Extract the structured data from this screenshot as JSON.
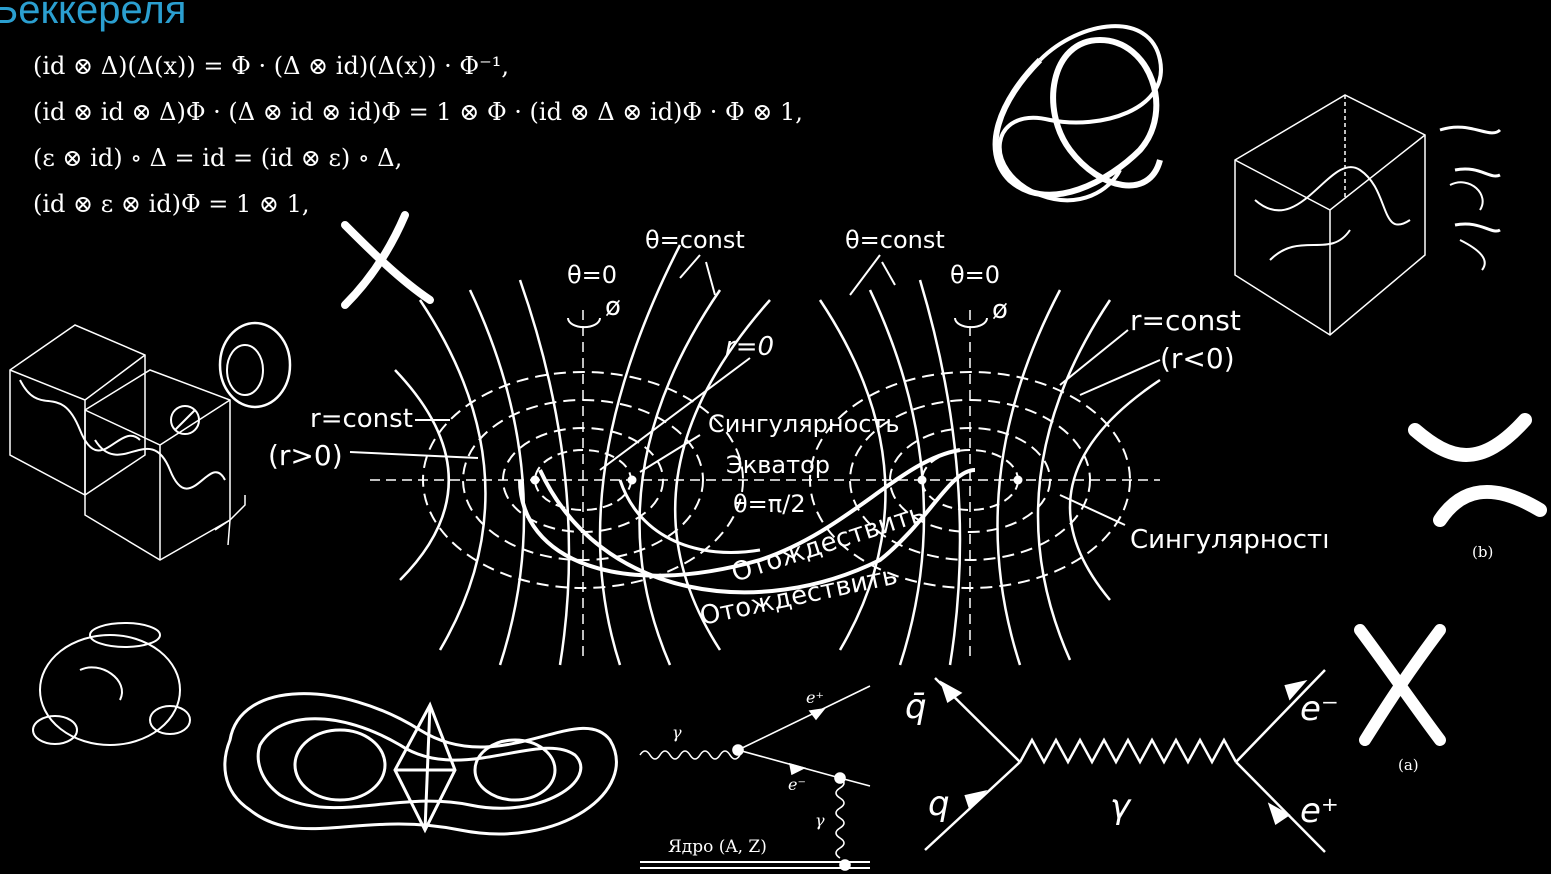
{
  "header": {
    "title": "Беккереля"
  },
  "formulas": [
    "(id ⊗ Δ)(Δ(x)) = Φ · (Δ ⊗ id)(Δ(x)) · Φ⁻¹,",
    "(id ⊗ id ⊗ Δ)Φ · (Δ ⊗ id ⊗ id)Φ = 1 ⊗ Φ · (id ⊗ Δ ⊗ id)Φ · Φ ⊗ 1,",
    "(ε ⊗ id) ∘ Δ = id = (id ⊗ ε) ∘ Δ,",
    "(id ⊗ ε ⊗ id)Φ = 1 ⊗ 1,"
  ],
  "diagram": {
    "theta_const_left": "θ=const",
    "theta_const_right": "θ=const",
    "theta_zero_left": "θ=0",
    "theta_zero_right": "θ=0",
    "phi_left": "ø",
    "phi_right": "ø",
    "r_zero": "r=0",
    "r_const_left": "r=const",
    "r_gt_zero": "(r>0)",
    "r_const_right": "r=const",
    "r_lt_zero": "(r<0)",
    "singularity_center": "Сингулярность",
    "equator": "Экватор",
    "theta_half_pi": "θ=π/2",
    "identify_1": "Отождествить",
    "identify_2": "Отождествить",
    "singularity_right": "Сингулярностı"
  },
  "feynman": {
    "gamma_in": "γ",
    "e_plus": "e⁺",
    "e_minus": "e⁻",
    "gamma_out": "γ",
    "nucleus": "Ядро (A, Z)",
    "q_bar": "q̄",
    "q": "q",
    "gamma_mid": "γ",
    "e_minus_out": "e⁻",
    "e_plus_out": "e⁺"
  },
  "captions": {
    "fig_b": "(b)",
    "fig_a": "(a)"
  },
  "colors": {
    "background": "#000000",
    "title": "#2b9fd0",
    "ink": "#ffffff"
  }
}
